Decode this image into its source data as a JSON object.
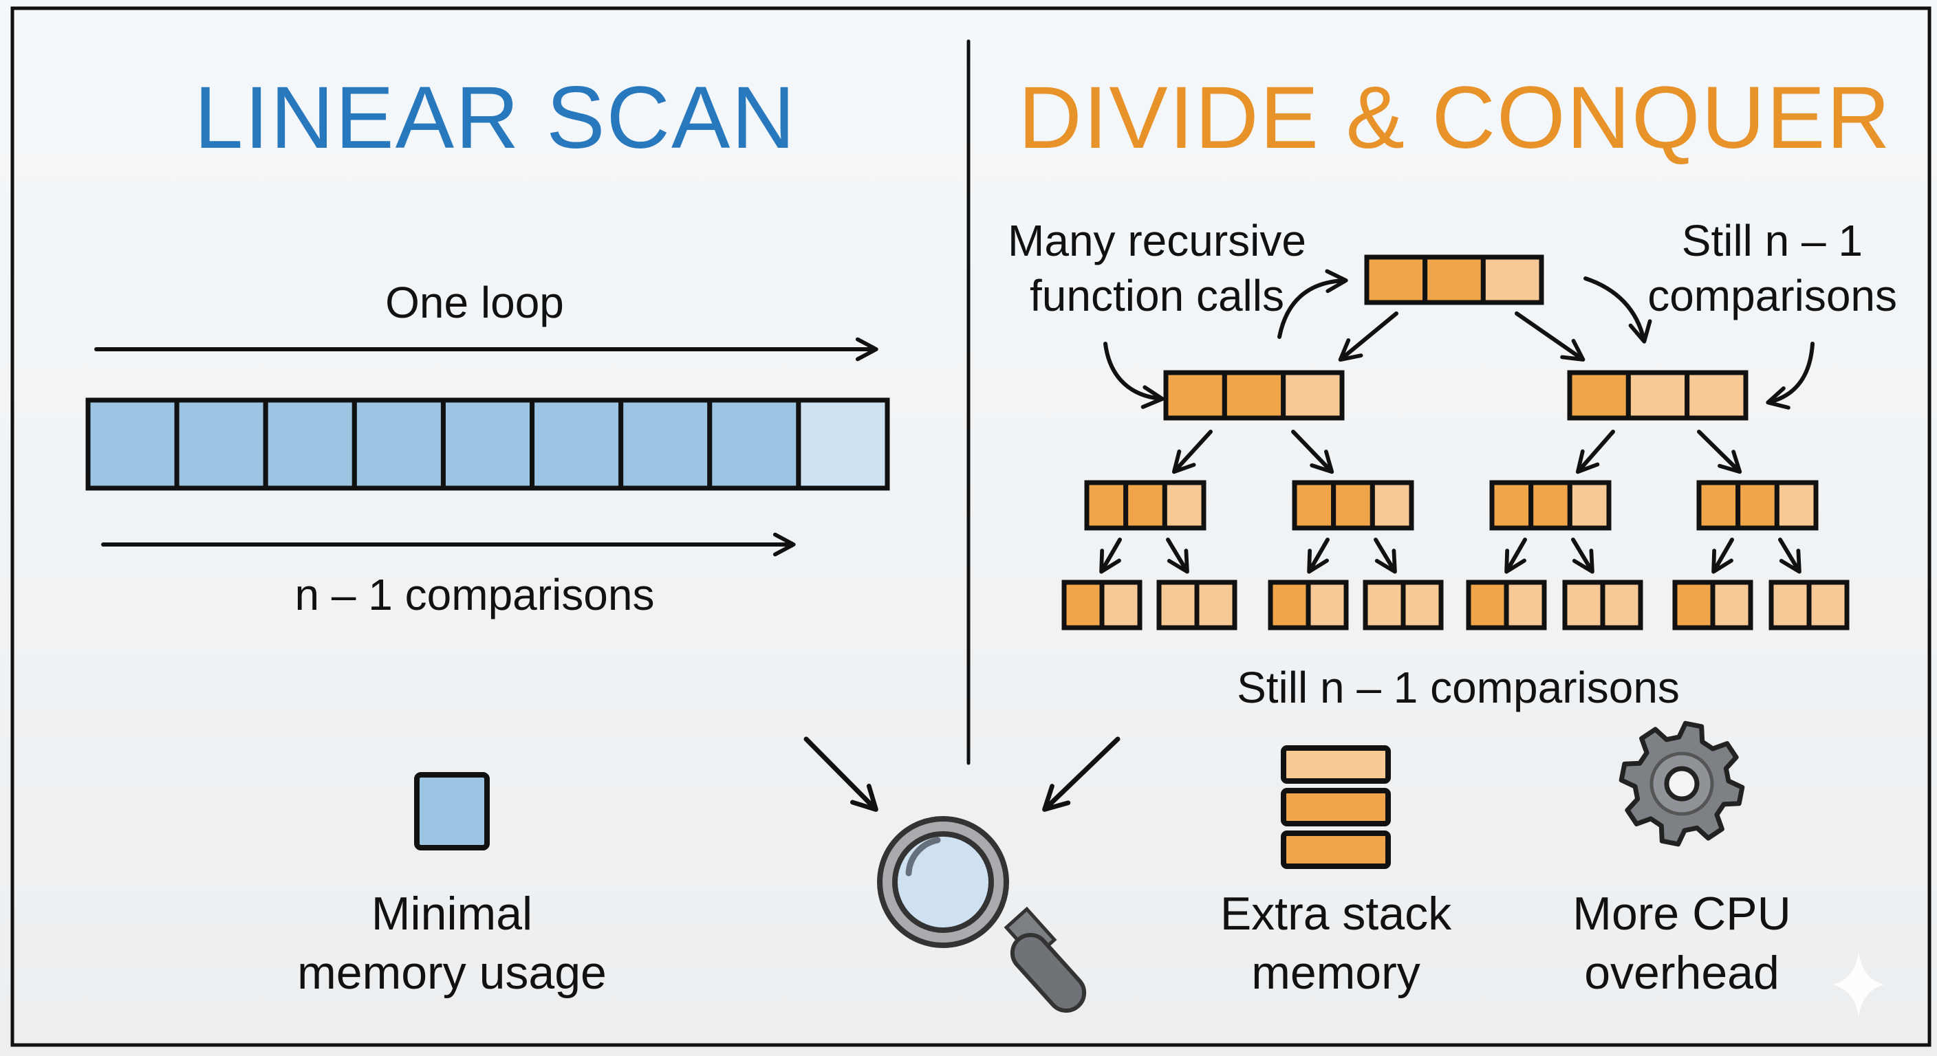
{
  "left_panel": {
    "title": "LINEAR SCAN",
    "title_color": "#2878be",
    "top_arrow_label": "One loop",
    "bottom_arrow_label": "n – 1 comparisons",
    "array_cells": 9,
    "memory_label_line1": "Minimal",
    "memory_label_line2": "memory usage",
    "cell_color": "#9cc5e4",
    "cell_color_light": "#cfe2f2"
  },
  "right_panel": {
    "title": "DIVIDE & CONQUER",
    "title_color": "#e8922a",
    "annotation_left_line1": "Many recursive",
    "annotation_left_line2": "function calls",
    "annotation_right_line1": "Still n – 1",
    "annotation_right_line2": "comparisons",
    "tree_caption": "Still n – 1 comparisons",
    "stack_label_line1": "Extra stack",
    "stack_label_line2": "memory",
    "cpu_label_line1": "More CPU",
    "cpu_label_line2": "overhead",
    "box_color": "#f0a54a",
    "box_color_light": "#f7c995"
  },
  "icons": {
    "center": "magnifier-icon",
    "stack": "stack-icon",
    "cpu": "gear-icon",
    "memory_small": "memory-block-icon",
    "watermark": "sparkle-icon"
  }
}
